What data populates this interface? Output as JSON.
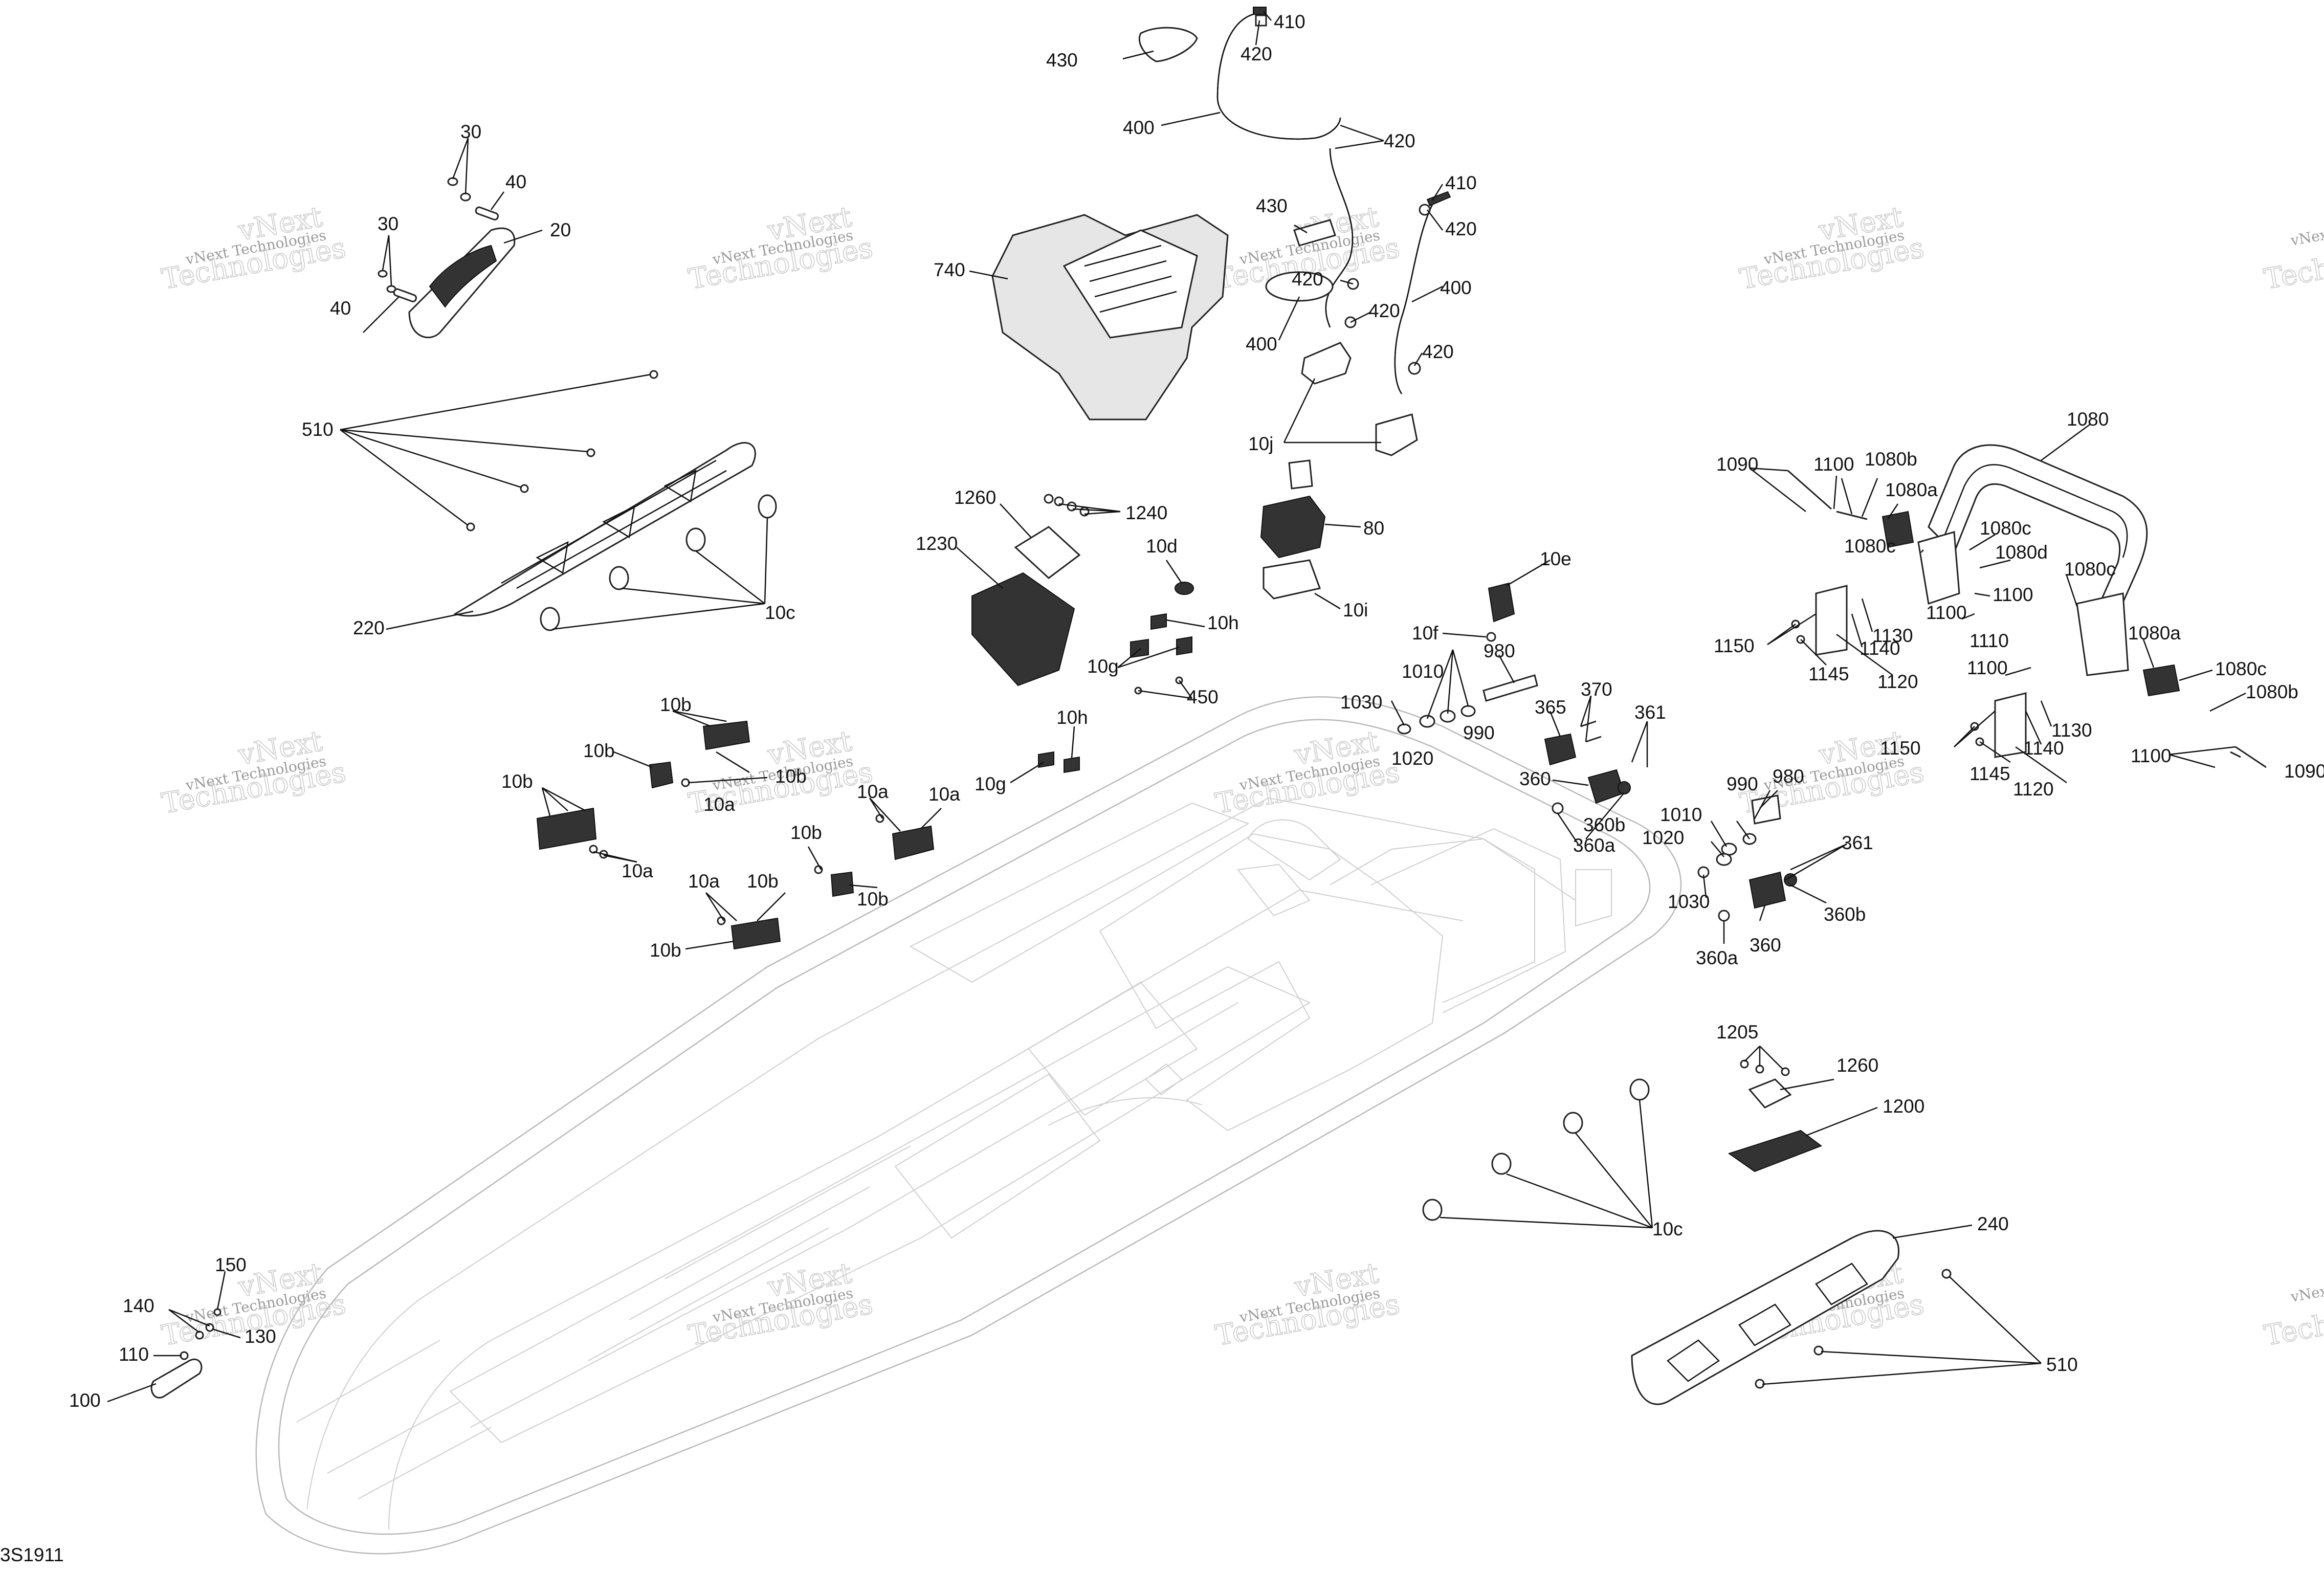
{
  "footer_code": "3S1911",
  "watermark": {
    "small": "vNext Technologies",
    "big_line1": "vNext",
    "big_line2": "Technologies"
  },
  "callouts": [
    "430",
    "410",
    "420",
    "400",
    "420",
    "430",
    "410",
    "420",
    "420",
    "400",
    "400",
    "420",
    "420",
    "740",
    "10j",
    "80",
    "10i",
    "30",
    "40",
    "30",
    "20",
    "40",
    "510",
    "220",
    "10c",
    "1260",
    "1240",
    "1230",
    "10d",
    "10h",
    "10g",
    "450",
    "10e",
    "10f",
    "980",
    "1010",
    "1030",
    "990",
    "1020",
    "365",
    "370",
    "361",
    "360",
    "360b",
    "360a",
    "1080",
    "1090",
    "1100",
    "1080b",
    "1080a",
    "1080c",
    "1080c",
    "1080d",
    "1080c",
    "1100",
    "1100",
    "1110",
    "1100",
    "1150",
    "1145",
    "1140",
    "1130",
    "1120",
    "1080a",
    "1080c",
    "1080b",
    "1100",
    "1090",
    "1150",
    "1145",
    "1140",
    "1130",
    "1120",
    "990",
    "980",
    "1010",
    "1020",
    "1030",
    "361",
    "360",
    "360b",
    "360a",
    "10b",
    "10b",
    "10b",
    "10a",
    "10a",
    "10b",
    "10a",
    "10a",
    "10b",
    "10a",
    "10b",
    "10b",
    "10b",
    "10h",
    "10g",
    "1205",
    "1260",
    "1200",
    "10c",
    "240",
    "510",
    "150",
    "140",
    "130",
    "110",
    "100"
  ]
}
